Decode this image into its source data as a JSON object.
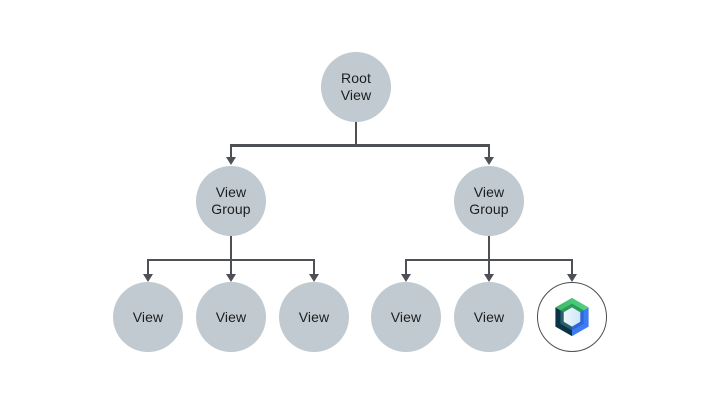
{
  "diagram_title": "view-hierarchy-tree",
  "colors": {
    "background": "#FFFFFF",
    "node_fill": "#C1CAD0",
    "connector": "#4D5156",
    "text": "#1B1E20",
    "compose_logo": {
      "circle_fill": "#FFFFFF",
      "circle_border": "#4A4E52",
      "green": "#3CB968",
      "green_light": "#52D381",
      "green_bevel": "#2B9B55",
      "navy": "#0C3245",
      "navy_bevel": "#27606C",
      "blue": "#3E7CF1",
      "blue_bevel": "#2E66DB",
      "center_hex_light": "#EDF6FC",
      "center_hex": "#CFE7F6"
    }
  },
  "nodes": {
    "root": {
      "lines": [
        "Root",
        "View"
      ]
    },
    "view_group_left": {
      "lines": [
        "View",
        "Group"
      ]
    },
    "view_group_right": {
      "lines": [
        "View",
        "Group"
      ]
    },
    "view_left_1": {
      "label": "View"
    },
    "view_left_2": {
      "label": "View"
    },
    "view_left_3": {
      "label": "View"
    },
    "view_right_1": {
      "label": "View"
    },
    "view_right_2": {
      "label": "View"
    },
    "compose": {
      "icon": "jetpack-compose-logo"
    }
  }
}
